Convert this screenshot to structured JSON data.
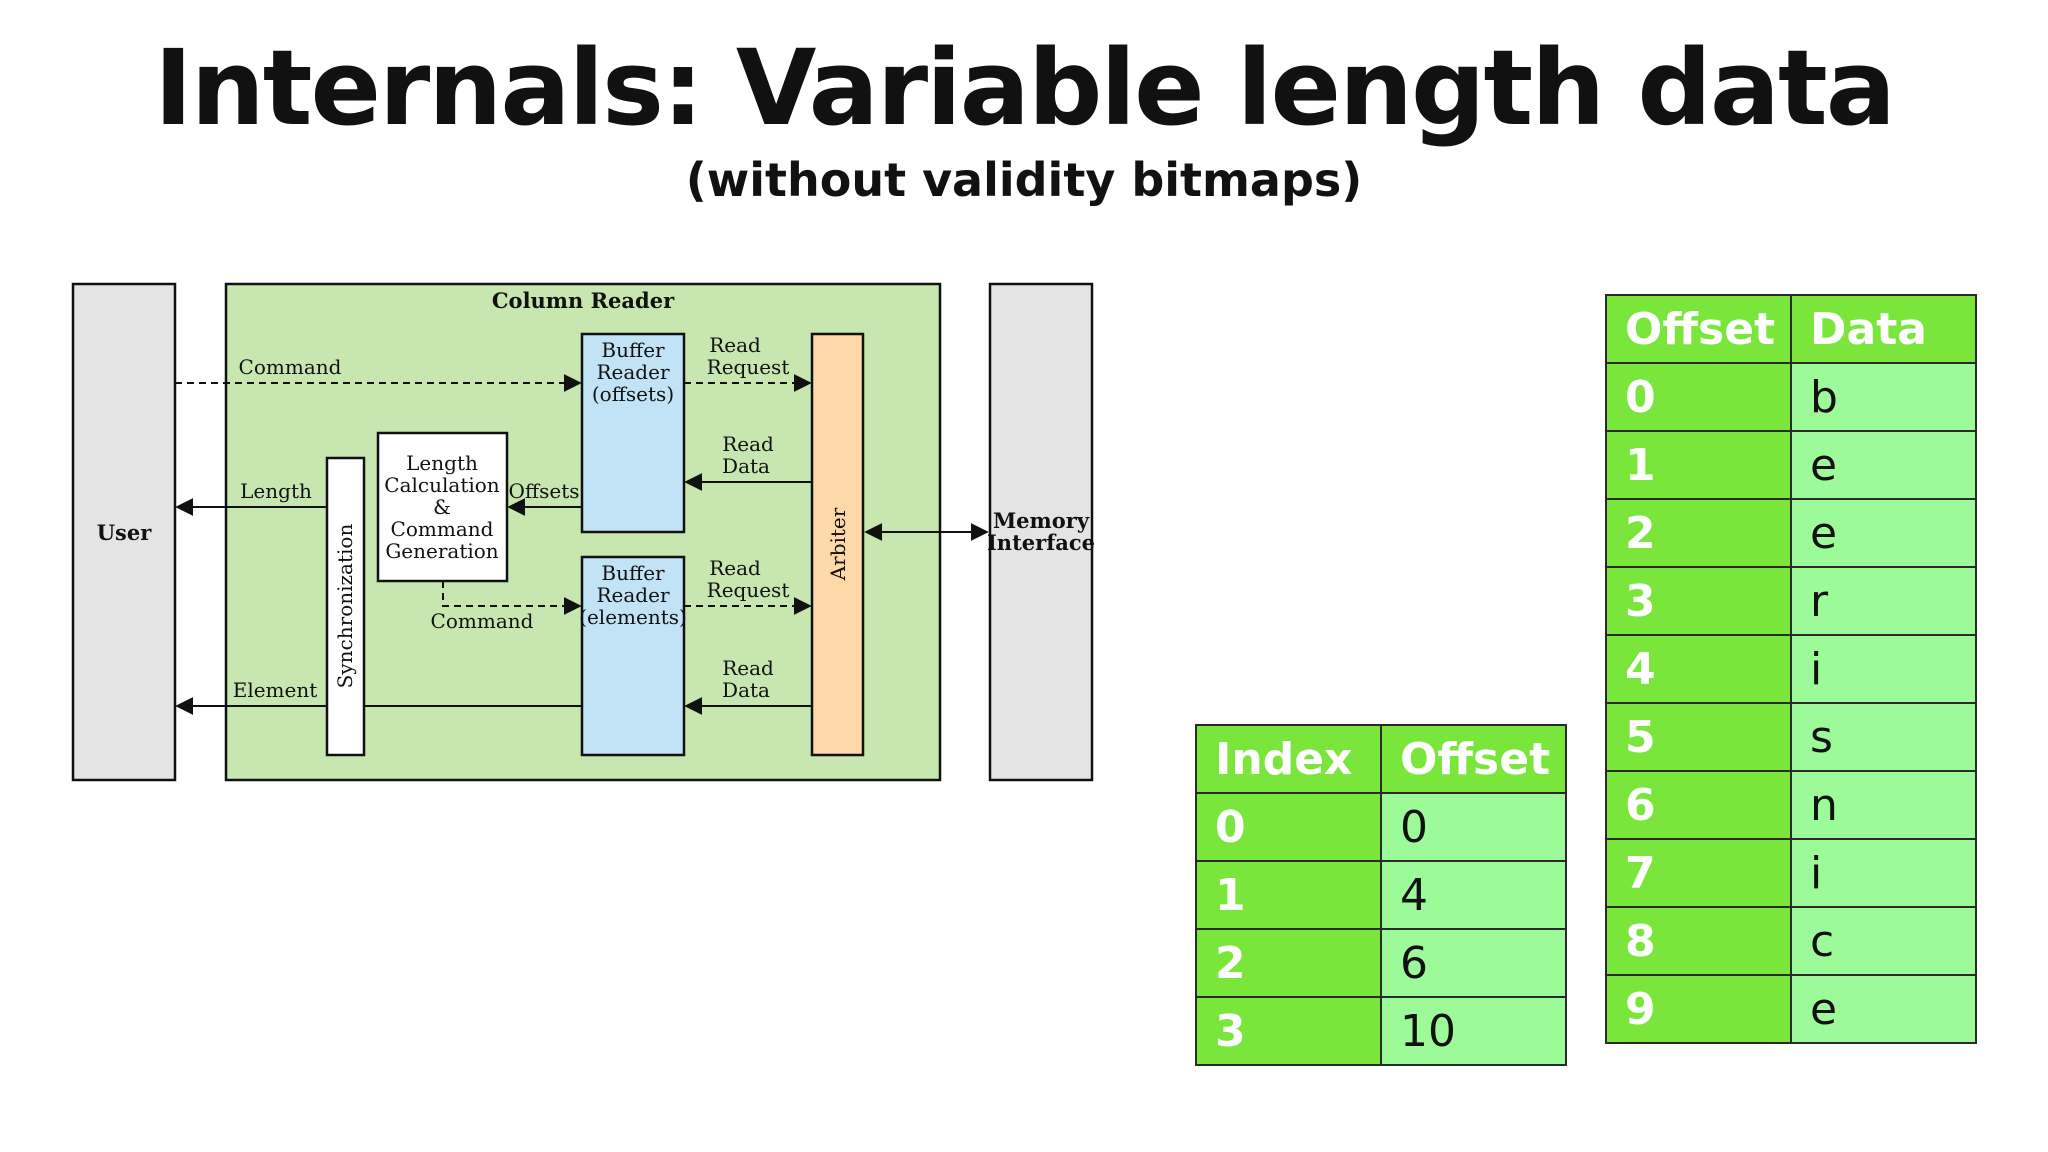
{
  "slide": {
    "title": "Internals: Variable length data",
    "subtitle": "(without validity bitmaps)"
  },
  "diagram": {
    "user": "User",
    "column_reader": "Column Reader",
    "memory_interface_line1": "Memory",
    "memory_interface_line2": "Interface",
    "arbiter": "Arbiter",
    "synchronization": "Synchronization",
    "length_calc_lines": [
      "Length",
      "Calculation",
      "&",
      "Command",
      "Generation"
    ],
    "buffer_reader_offsets_lines": [
      "Buffer",
      "Reader",
      "(offsets)"
    ],
    "buffer_reader_elements_lines": [
      "Buffer",
      "Reader",
      "(elements)"
    ],
    "command_top": "Command",
    "command_bottom": "Command",
    "length": "Length",
    "element": "Element",
    "offsets": "Offsets",
    "read_request_top": [
      "Read",
      "Request"
    ],
    "read_data_top": [
      "Read",
      "Data"
    ],
    "read_request_bottom": [
      "Read",
      "Request"
    ],
    "read_data_bottom": [
      "Read",
      "Data"
    ]
  },
  "index_table": {
    "headers": [
      "Index",
      "Offset"
    ],
    "rows": [
      [
        "0",
        "0"
      ],
      [
        "1",
        "4"
      ],
      [
        "2",
        "6"
      ],
      [
        "3",
        "10"
      ]
    ]
  },
  "data_table": {
    "headers": [
      "Offset",
      "Data"
    ],
    "rows": [
      [
        "0",
        "b"
      ],
      [
        "1",
        "e"
      ],
      [
        "2",
        "e"
      ],
      [
        "3",
        "r"
      ],
      [
        "4",
        "i"
      ],
      [
        "5",
        "s"
      ],
      [
        "6",
        "n"
      ],
      [
        "7",
        "i"
      ],
      [
        "8",
        "c"
      ],
      [
        "9",
        "e"
      ]
    ]
  },
  "colors": {
    "header_green": "#7ae63c",
    "cell_green": "#9cfb98",
    "column_reader_bg": "#c8e6b0",
    "buffer_blue": "#c2e3f5",
    "arbiter_orange": "#fdd8a8",
    "side_gray": "#e4e4e4"
  }
}
